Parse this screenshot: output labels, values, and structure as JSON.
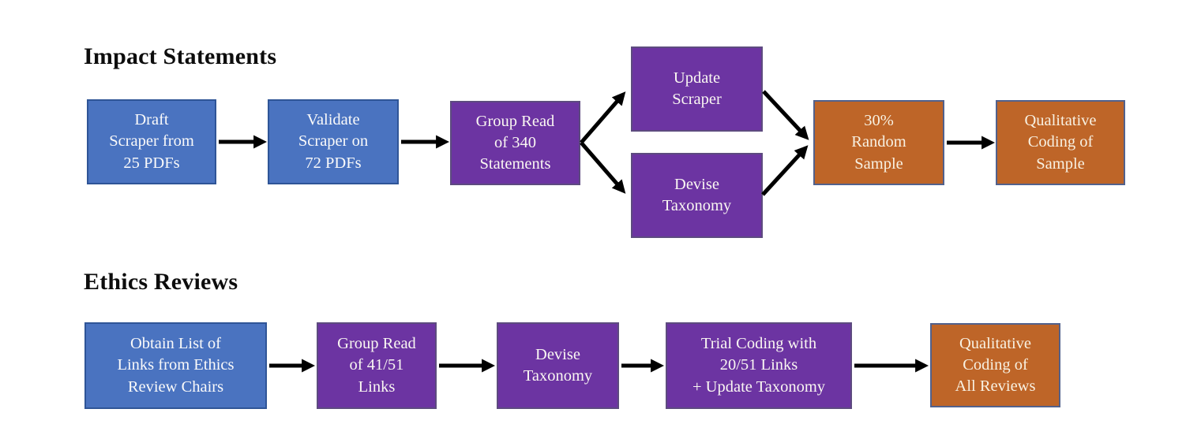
{
  "diagram": {
    "background": "#ffffff",
    "colors": {
      "blue_fill": "#4A73C0",
      "blue_border": "#2F5597",
      "purple_fill": "#6C34A2",
      "purple_border": "#5D4B7F",
      "orange_fill": "#BE6528",
      "orange_border": "#52618C",
      "arrow": "#000000",
      "title_text": "#0d0d0d",
      "node_text": "#FAFAFA"
    },
    "sections": [
      {
        "title": "Impact Statements",
        "nodes": [
          {
            "id": "draft-scraper",
            "color": "blue",
            "label": "Draft\nScraper from\n25 PDFs"
          },
          {
            "id": "validate-scraper",
            "color": "blue",
            "label": "Validate\nScraper on\n72 PDFs"
          },
          {
            "id": "group-read-statements",
            "color": "purple",
            "label": "Group Read\nof 340\nStatements"
          },
          {
            "id": "update-scraper",
            "color": "purple",
            "label": "Update\nScraper"
          },
          {
            "id": "devise-taxonomy",
            "color": "purple",
            "label": "Devise\nTaxonomy"
          },
          {
            "id": "random-sample",
            "color": "orange",
            "label": "30%\nRandom\nSample"
          },
          {
            "id": "qualitative-coding-sample",
            "color": "orange",
            "label": "Qualitative\nCoding of\nSample"
          }
        ],
        "edges": [
          [
            "draft-scraper",
            "validate-scraper"
          ],
          [
            "validate-scraper",
            "group-read-statements"
          ],
          [
            "group-read-statements",
            "update-scraper"
          ],
          [
            "group-read-statements",
            "devise-taxonomy"
          ],
          [
            "update-scraper",
            "random-sample"
          ],
          [
            "devise-taxonomy",
            "random-sample"
          ],
          [
            "random-sample",
            "qualitative-coding-sample"
          ]
        ]
      },
      {
        "title": "Ethics Reviews",
        "nodes": [
          {
            "id": "obtain-links",
            "color": "blue",
            "label": "Obtain List of\nLinks from Ethics\nReview Chairs"
          },
          {
            "id": "group-read-links",
            "color": "purple",
            "label": "Group Read\nof 41/51\nLinks"
          },
          {
            "id": "devise-taxonomy-reviews",
            "color": "purple",
            "label": "Devise\nTaxonomy"
          },
          {
            "id": "trial-coding",
            "color": "purple",
            "label": "Trial Coding with\n20/51 Links\n+ Update Taxonomy"
          },
          {
            "id": "qualitative-coding-all",
            "color": "orange",
            "label": "Qualitative\nCoding of\nAll Reviews"
          }
        ],
        "edges": [
          [
            "obtain-links",
            "group-read-links"
          ],
          [
            "group-read-links",
            "devise-taxonomy-reviews"
          ],
          [
            "devise-taxonomy-reviews",
            "trial-coding"
          ],
          [
            "trial-coding",
            "qualitative-coding-all"
          ]
        ]
      }
    ]
  }
}
